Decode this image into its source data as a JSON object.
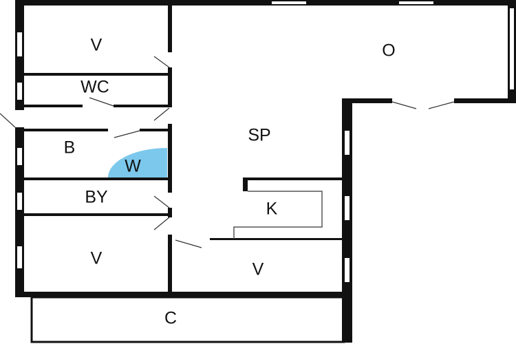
{
  "plan": {
    "rooms": [
      {
        "id": "v-top",
        "label": "V"
      },
      {
        "id": "o",
        "label": "O"
      },
      {
        "id": "wc",
        "label": "WC"
      },
      {
        "id": "sp",
        "label": "SP"
      },
      {
        "id": "b",
        "label": "B"
      },
      {
        "id": "w",
        "label": "W"
      },
      {
        "id": "by",
        "label": "BY"
      },
      {
        "id": "k",
        "label": "K"
      },
      {
        "id": "v-bottom-left",
        "label": "V"
      },
      {
        "id": "v-bottom-right",
        "label": "V"
      },
      {
        "id": "c",
        "label": "C"
      }
    ],
    "colors": {
      "wall": "#111111",
      "washer": "#7cc8ec",
      "background": "#ffffff"
    }
  }
}
